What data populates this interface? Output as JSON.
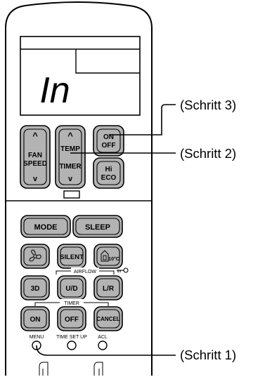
{
  "display": {
    "lcd_text": "In"
  },
  "buttons": {
    "fan_speed_up": "^",
    "fan_speed_line1": "FAN",
    "fan_speed_line2": "SPEED",
    "fan_speed_down": "v",
    "temp_up": "^",
    "temp_label": "TEMP",
    "timer_label": "TIMER",
    "timer_down": "v",
    "on_off_line1": "ON",
    "on_off_line2": "OFF",
    "hi_eco_line1": "Hi",
    "hi_eco_line2": "ECO",
    "mode": "MODE",
    "sleep": "SLEEP",
    "silent": "SILENT",
    "temp10": "10°C",
    "b3d": "3D",
    "ud": "U/D",
    "lr": "L/R",
    "on": "ON",
    "off": "OFF",
    "cancel": "CANCEL"
  },
  "group_labels": {
    "airflow": "AIRFLOW",
    "timer": "TIMER"
  },
  "small_buttons": {
    "menu": "MENU",
    "time_set_up": "TIME SET UP",
    "acl": "ACL"
  },
  "callouts": {
    "step1": "(Schritt 1)",
    "step2": "(Schritt 2)",
    "step3": "(Schritt 3)"
  }
}
